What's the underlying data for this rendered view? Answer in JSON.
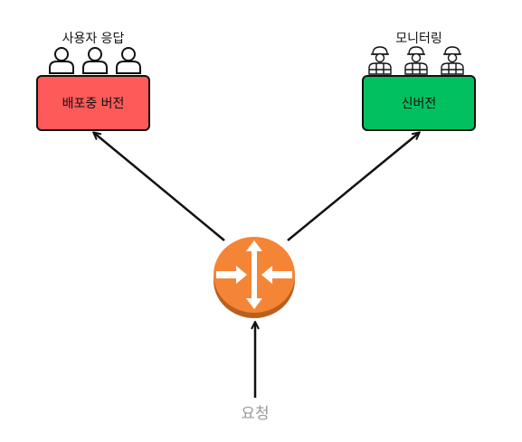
{
  "old_version": {
    "label": "배포중 버전",
    "group_label": "사용자 응답",
    "color": "#ff5a5a"
  },
  "new_version": {
    "label": "신버전",
    "group_label": "모니터링",
    "color": "#00c060"
  },
  "request": {
    "label": "요청",
    "color": "#999999"
  },
  "router": {
    "color": "#f58536",
    "icon": "router-arrows-icon"
  },
  "icons": {
    "users": "user-outline-icon",
    "workers": "hard-hat-worker-icon"
  }
}
